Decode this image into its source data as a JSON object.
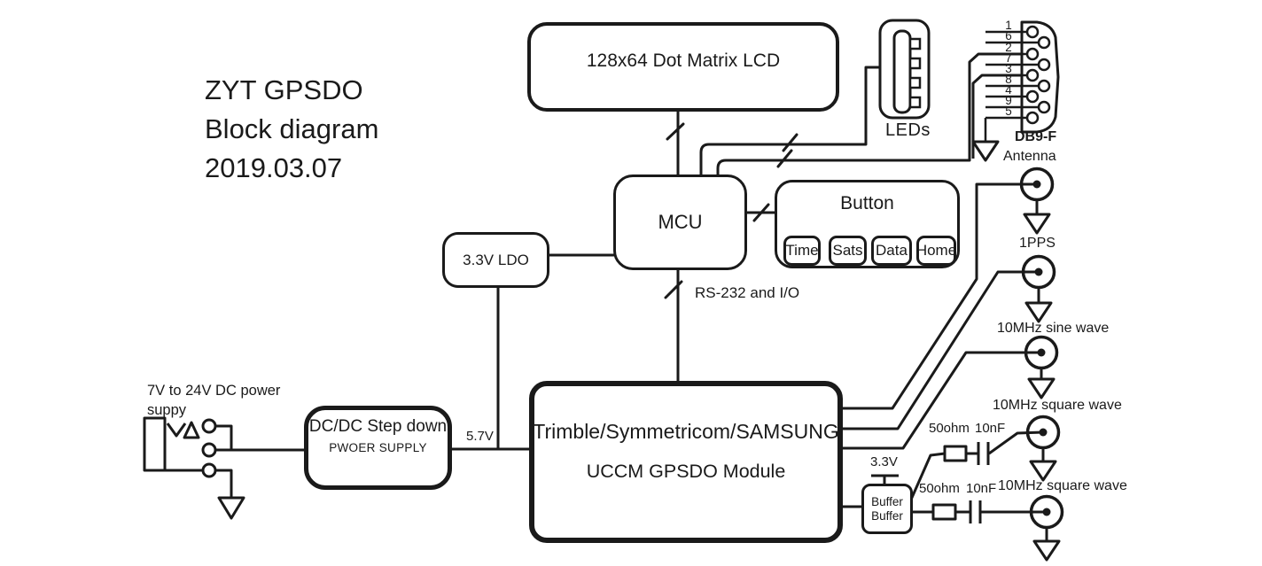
{
  "title": {
    "line1": "ZYT GPSDO",
    "line2": "Block diagram",
    "line3": "2019.03.07"
  },
  "blocks": {
    "lcd": "128x64 Dot Matrix LCD",
    "mcu": "MCU",
    "ldo": "3.3V LDO",
    "button_panel": {
      "title": "Button",
      "buttons": [
        "Time",
        "Sats",
        "Data",
        "Home"
      ]
    },
    "dcdc": {
      "line1": "DC/DC Step down",
      "line2": "PWOER SUPPLY"
    },
    "module": {
      "line1": "Trimble/Symmetricom/SAMSUNG",
      "line2": "UCCM GPSDO Module"
    },
    "buffer": {
      "line1": "Buffer",
      "line2": "Buffer"
    }
  },
  "labels": {
    "power_input_line1": "7V to 24V DC power",
    "power_input_line2": "suppy",
    "rail_5v7": "5.7V",
    "rail_3v3": "3.3V",
    "rs232": "RS-232 and I/O",
    "leds": "LEDs",
    "db9": "DB9-F",
    "antenna": "Antenna",
    "pps": "1PPS",
    "sine_out": "10MHz sine wave",
    "square_out1": "10MHz square wave",
    "square_out2": "10MHz square wave",
    "resistor1": "50ohm",
    "cap1": "10nF",
    "resistor2": "50ohm",
    "cap2": "10nF"
  },
  "db9_pins": [
    "1",
    "6",
    "2",
    "7",
    "3",
    "8",
    "4",
    "9",
    "5"
  ],
  "colors": {
    "ink": "#1a1a1a",
    "background": "#ffffff"
  }
}
